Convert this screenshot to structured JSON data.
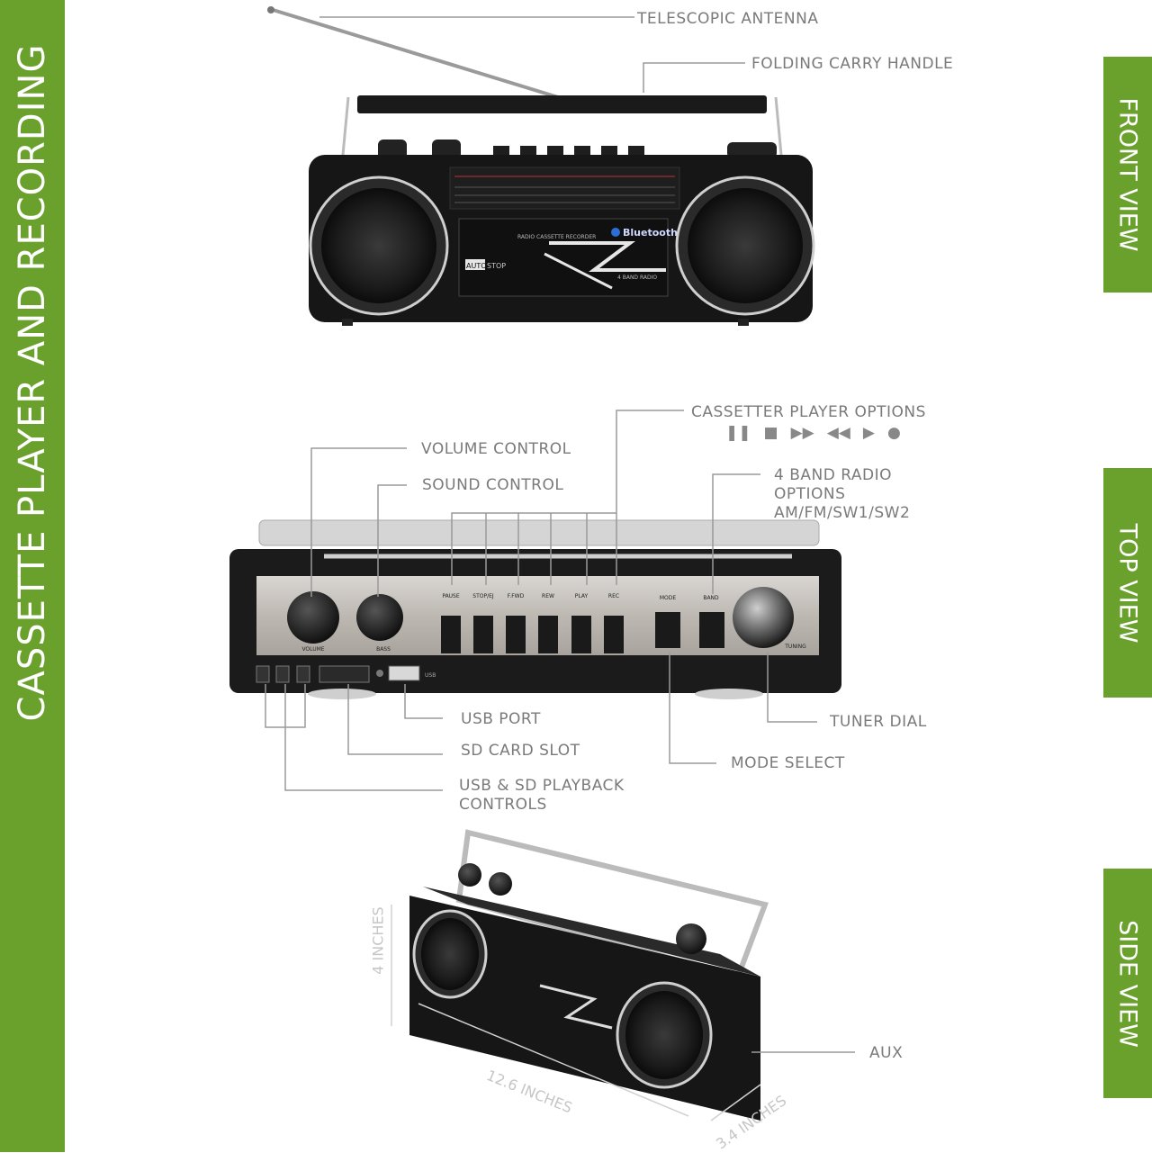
{
  "title": "CASSETTE PLAYER AND RECORDING",
  "views": {
    "front": "FRONT VIEW",
    "top": "TOP VIEW",
    "side": "SIDE VIEW"
  },
  "labels": {
    "antenna": "TELESCOPIC ANTENNA",
    "handle": "FOLDING CARRY HANDLE",
    "cassette_options": "CASSETTER PLAYER OPTIONS",
    "volume": "VOLUME CONTROL",
    "sound": "SOUND CONTROL",
    "band_radio": "4 BAND RADIO OPTIONS AM/FM/SW1/SW2",
    "usb_port": "USB PORT",
    "sd_slot": "SD CARD SLOT",
    "usb_sd_controls": "USB & SD PLAYBACK CONTROLS",
    "tuner": "TUNER DIAL",
    "mode": "MODE SELECT",
    "aux": "AUX"
  },
  "cassette_icons": [
    "pause-icon",
    "stop-icon",
    "fast-forward-icon",
    "rewind-icon",
    "play-icon",
    "record-icon"
  ],
  "front_panel": {
    "brand_text": "RADIO CASSETTE RECORDER",
    "bluetooth": "Bluetooth",
    "auto": "AUTO",
    "stop": "STOP",
    "band_text": "4 BAND RADIO"
  },
  "top_panel": {
    "buttons": [
      "PAUSE",
      "STOP/EJ",
      "F.FWD",
      "REW",
      "PLAY",
      "REC"
    ],
    "mode": "MODE",
    "band": "BAND",
    "volume": "VOLUME",
    "bass": "BASS",
    "tuning": "TUNING",
    "usb": "USB"
  },
  "dimensions": {
    "height": "4 INCHES",
    "length": "12.6 INCHES",
    "depth": "3.4 INCHES"
  },
  "colors": {
    "brand_green": "#6aa12d"
  }
}
